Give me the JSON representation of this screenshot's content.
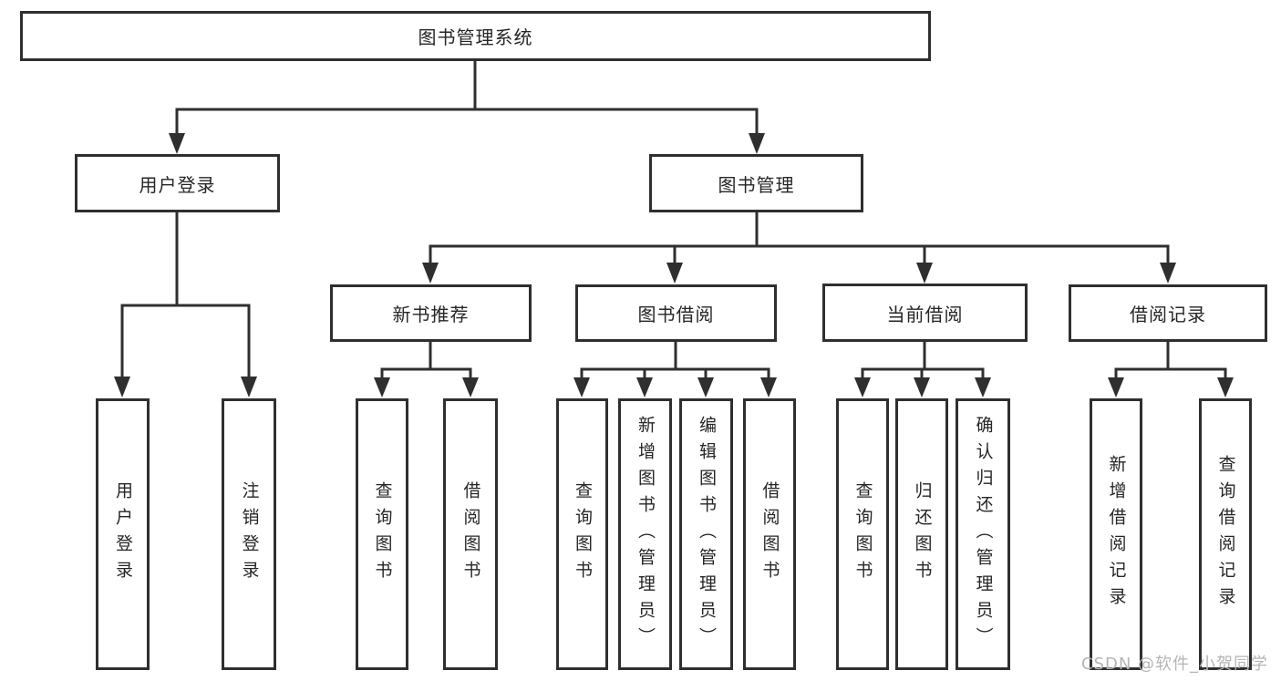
{
  "diagram_title": "图书管理系统",
  "tree": {
    "label": "图书管理系统",
    "children": [
      {
        "label": "用户登录",
        "children": [
          {
            "label": "用户登录"
          },
          {
            "label": "注销登录"
          }
        ]
      },
      {
        "label": "图书管理",
        "children": [
          {
            "label": "新书推荐",
            "children": [
              {
                "label": "查询图书"
              },
              {
                "label": "借阅图书"
              }
            ]
          },
          {
            "label": "图书借阅",
            "children": [
              {
                "label": "查询图书"
              },
              {
                "label": "新增图书（管理员）"
              },
              {
                "label": "编辑图书（管理员）"
              },
              {
                "label": "借阅图书"
              }
            ]
          },
          {
            "label": "当前借阅",
            "children": [
              {
                "label": "查询图书"
              },
              {
                "label": "归还图书"
              },
              {
                "label": "确认归还（管理员）"
              }
            ]
          },
          {
            "label": "借阅记录",
            "children": [
              {
                "label": "新增借阅记录"
              },
              {
                "label": "查询借阅记录"
              }
            ]
          }
        ]
      }
    ]
  },
  "watermark": {
    "text": "CSDN @软件_小贺同学"
  },
  "colors": {
    "line": "#2f2f2f",
    "text": "#262626",
    "background": "#ffffff",
    "watermark": "#b5b5b5"
  }
}
